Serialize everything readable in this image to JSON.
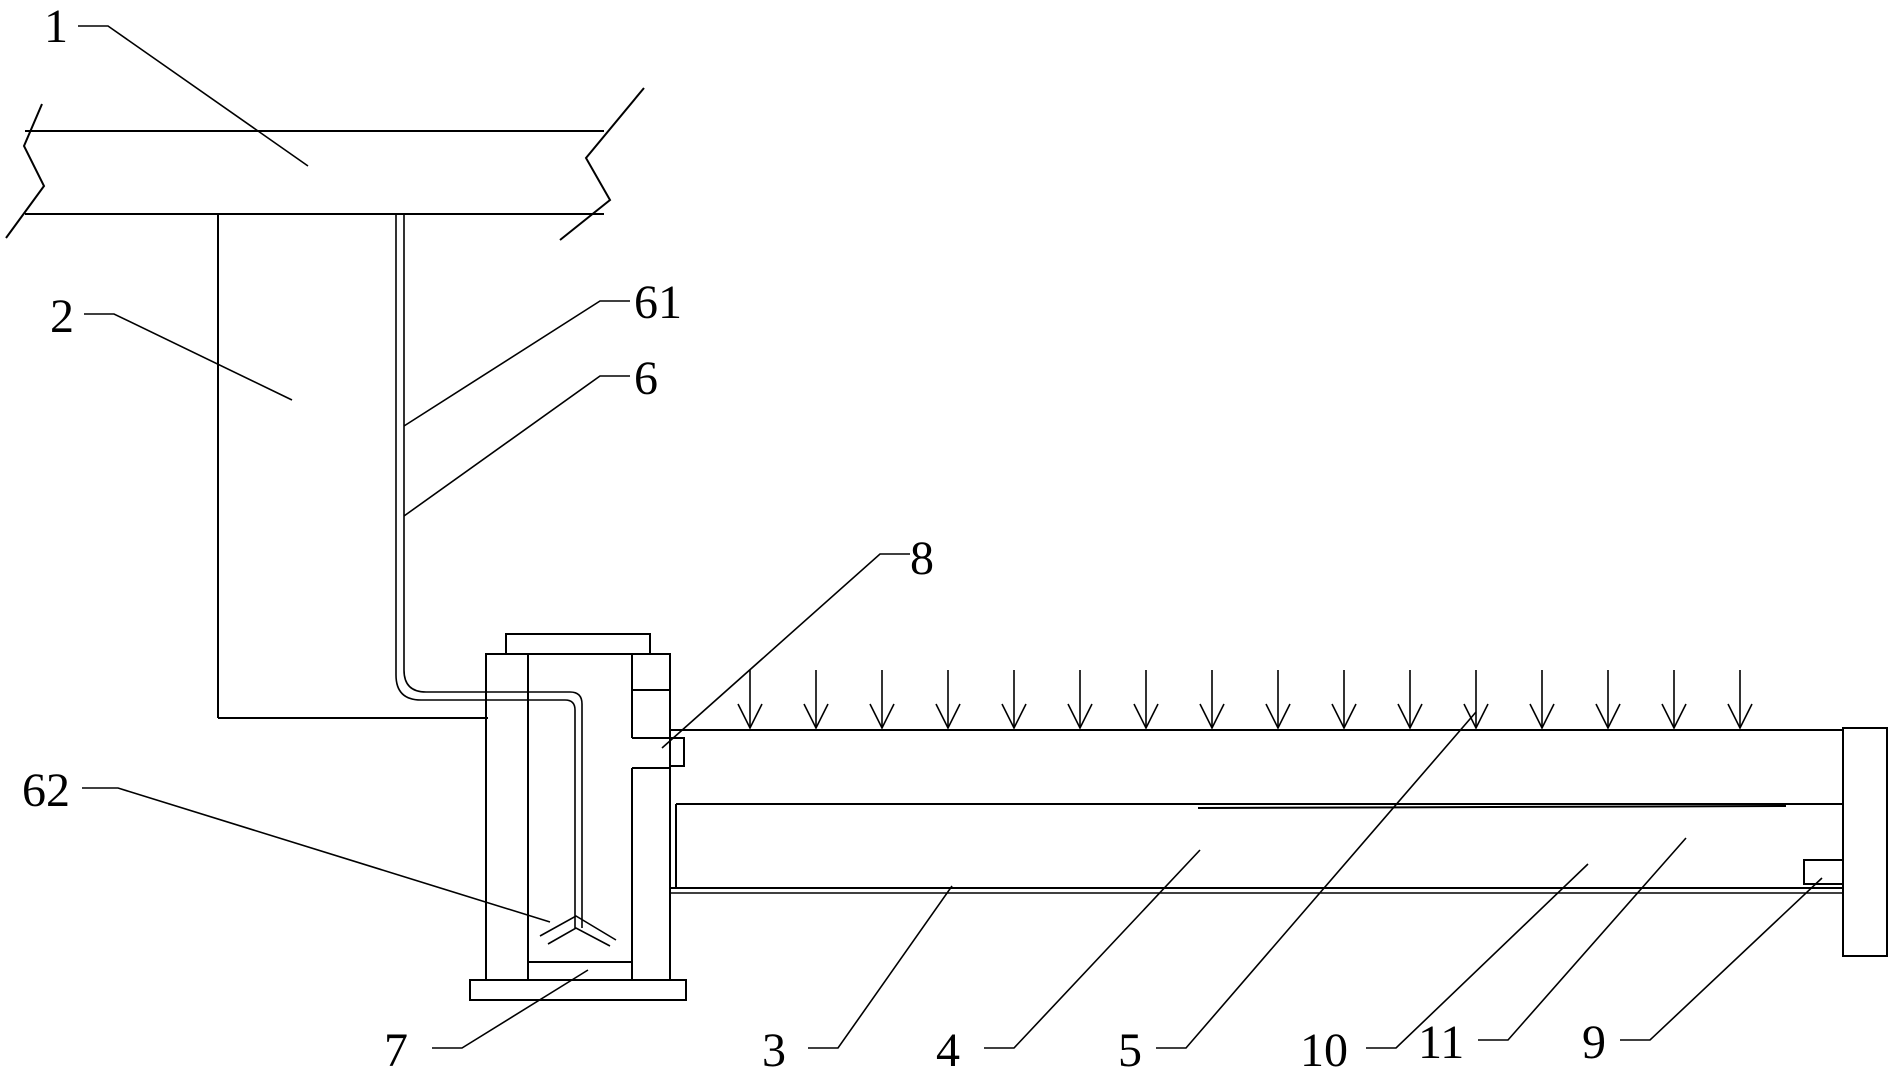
{
  "labels": {
    "l1": "1",
    "l2": "2",
    "l61": "61",
    "l6": "6",
    "l8": "8",
    "l62": "62",
    "l7": "7",
    "l3": "3",
    "l4": "4",
    "l5": "5",
    "l10": "10",
    "l11": "11",
    "l9": "9"
  }
}
